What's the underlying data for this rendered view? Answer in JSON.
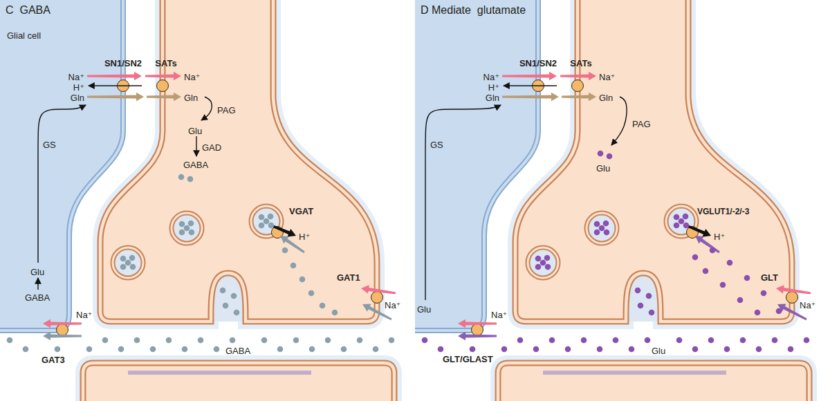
{
  "diagram": {
    "nodes": [
      {
        "text": [
          "Glial cell"
        ]
      }
    ],
    "labels": [
      "C  GABA",
      "SN1/SN2",
      "SATs",
      "Na⁺",
      "H⁺",
      "Gln",
      "Na⁺",
      "Gln",
      "PAG",
      "Glu",
      "GAD",
      "GABA",
      "VGAT",
      "H⁺",
      "GAT1",
      "Na⁺",
      "GABA",
      "GS",
      "Glu",
      "GABA",
      "Na⁺",
      "GAT3",
      "D Mediate  glutamate",
      "SN1/SN2",
      "SATs",
      "Na⁺",
      "H⁺",
      "Gln",
      "Na⁺",
      "Gln",
      "PAG",
      "Glu",
      "VGLUT1/-2/-3",
      "H⁺",
      "GLT",
      "Na⁺",
      "Glu",
      "GS",
      "Glu",
      "Na⁺",
      "GLT/GLAST"
    ]
  }
}
